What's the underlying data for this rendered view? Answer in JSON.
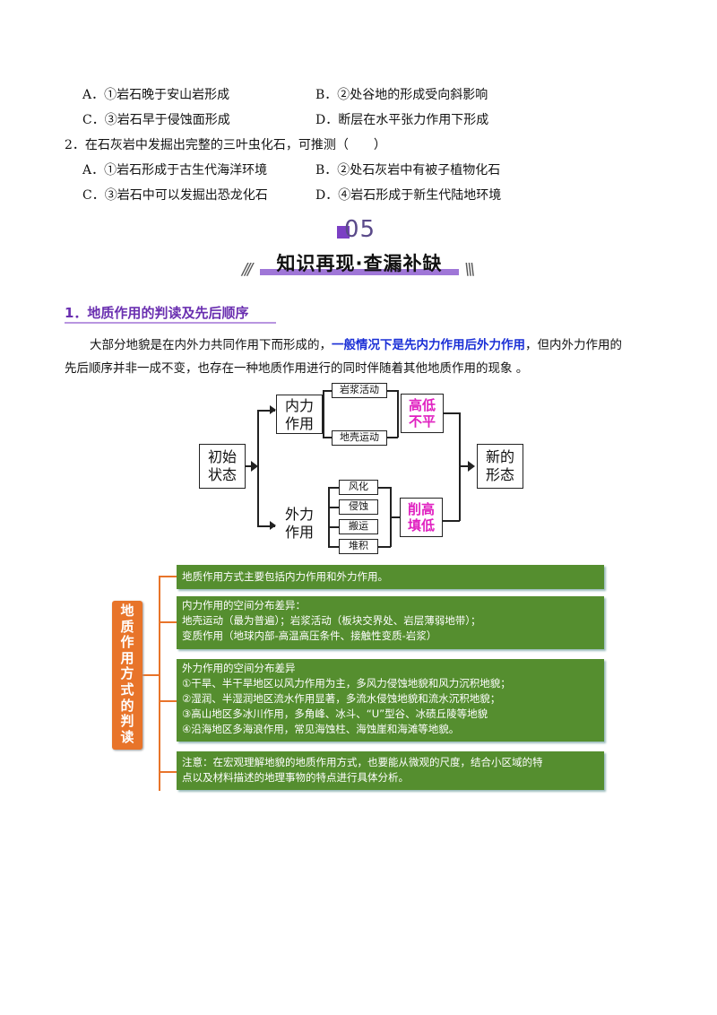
{
  "q1_options": {
    "a": "A．①岩石晚于安山岩形成",
    "b": "B．②处谷地的形成受向斜影响",
    "c": "C．③岩石早于侵蚀面形成",
    "d": "D．断层在水平张力作用下形成"
  },
  "q2": {
    "stem": "2．在石灰岩中发掘出完整的三叶虫化石，可推测（　　）",
    "a": "A．①岩石形成于古生代海洋环境",
    "b": "B．②处石灰岩中有被子植物化石",
    "c": "C．③岩石中可以发掘出恐龙化石",
    "d": "D．④岩石形成于新生代陆地环境"
  },
  "banner": {
    "number": "05",
    "title": "知识再现·查漏补缺",
    "left_slashes": "///",
    "right_slashes": "\\\\\\"
  },
  "section": {
    "title": "1．地质作用的判读及先后顺序",
    "para_before": "大部分地貌是在内外力共同作用下而形成的，",
    "para_highlight": "一般情况下是先内力作用后外力作用",
    "para_after": "，但内外力作用的",
    "para_line2": "先后顺序并非一成不变，也存在一种地质作用进行的同时伴随着其他地质作用的现象 。"
  },
  "diagram": {
    "initial": [
      "初始",
      "状态"
    ],
    "inner": [
      "内力",
      "作用"
    ],
    "outer": [
      "外力",
      "作用"
    ],
    "inner_items": [
      "岩浆活动",
      "地壳运动"
    ],
    "outer_items": [
      "风化",
      "侵蚀",
      "搬运",
      "堆积"
    ],
    "inner_result": [
      "高低",
      "不平"
    ],
    "outer_result": [
      "削高",
      "填低"
    ],
    "final": [
      "新的",
      "形态"
    ]
  },
  "mindmap": {
    "label_chars": [
      "地",
      "质",
      "作",
      "用",
      "方",
      "式",
      "的",
      "判",
      "读"
    ],
    "box1": "地质作用方式主要包括内力作用和外力作用。",
    "box2": [
      "内力作用的空间分布差异：",
      "地壳运动（最为普遍）；岩浆活动（板块交界处、岩层薄弱地带）；",
      "变质作用（地球内部-高温高压条件、接触性变质-岩浆）"
    ],
    "box3": [
      "外力作用的空间分布差异",
      "①干旱、半干旱地区以风力作用为主，多风力侵蚀地貌和风力沉积地貌；",
      "②湿润、半湿润地区流水作用显著，多流水侵蚀地貌和流水沉积地貌；",
      "③高山地区多冰川作用，多角峰、冰斗、“U”型谷、冰碛丘陵等地貌",
      "④沿海地区多海浪作用，常见海蚀柱、海蚀崖和海滩等地貌。"
    ],
    "box4": [
      "注意：在宏观理解地貌的地质作用方式，也要能从微观的尺度，结合小区域的特",
      "点以及材料描述的地理事物的特点进行具体分析。"
    ],
    "colors": {
      "green": "#558e2f",
      "orange": "#e8742a"
    }
  }
}
